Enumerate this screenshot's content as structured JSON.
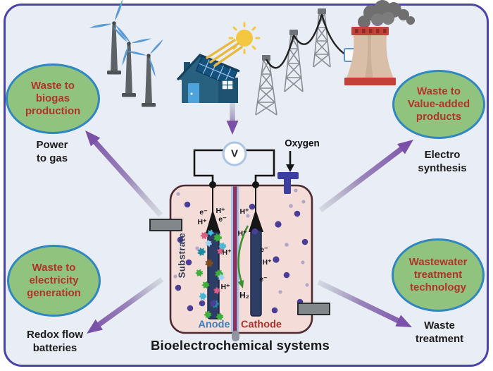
{
  "title": "Bioelectrochemical systems",
  "bubbles": {
    "top_left": {
      "label": "Waste to\nbiogas\nproduction",
      "sublabel": "Power\nto gas"
    },
    "top_right": {
      "label": "Waste to\nValue-added\nproducts",
      "sublabel": "Electro\nsynthesis"
    },
    "bottom_left": {
      "label": "Waste to\nelectricity\ngeneration",
      "sublabel": "Redox flow\nbatteries"
    },
    "bottom_right": {
      "label": "Wastewater\ntreatment\ntechnology",
      "sublabel": "Waste\ntreatment"
    }
  },
  "cell": {
    "voltmeter": "V",
    "oxygen": "Oxygen",
    "substrate": "Substrate",
    "anode": "Anode",
    "cathode": "Cathode",
    "hydrogen": "H₂",
    "proton": "H⁺",
    "electron": "e⁻"
  },
  "icons": [
    "wind-turbines-icon",
    "sun-icon",
    "solar-house-icon",
    "transmission-towers-icon",
    "power-plant-icon",
    "smoke-icon",
    "voltmeter-icon",
    "oxygen-valve-icon",
    "inlet-pipe-icon",
    "outlet-pipe-icon",
    "membrane-icon",
    "anode-electrode-icon",
    "cathode-electrode-icon",
    "microbes-icon",
    "hydrogen-arrow-icon",
    "purple-arrow-icon"
  ],
  "colors": {
    "panel_bg": "#e9edf5",
    "panel_border": "#4a43ad",
    "bubble_fill": "#90c47e",
    "bubble_border": "#2f86c0",
    "bubble_text": "#b23329",
    "arrow_purple": "#7b50a8",
    "cell_fill": "#f4ddd8",
    "cell_border": "#4f2a2e",
    "membrane": "#8e3060",
    "electrode": "#2e3d66",
    "anode_text": "#3d7fc1",
    "cathode_text": "#b0322a",
    "valve_blue": "#3c3f9f",
    "hydrogen_arrow_green": "#3f8f2f"
  }
}
